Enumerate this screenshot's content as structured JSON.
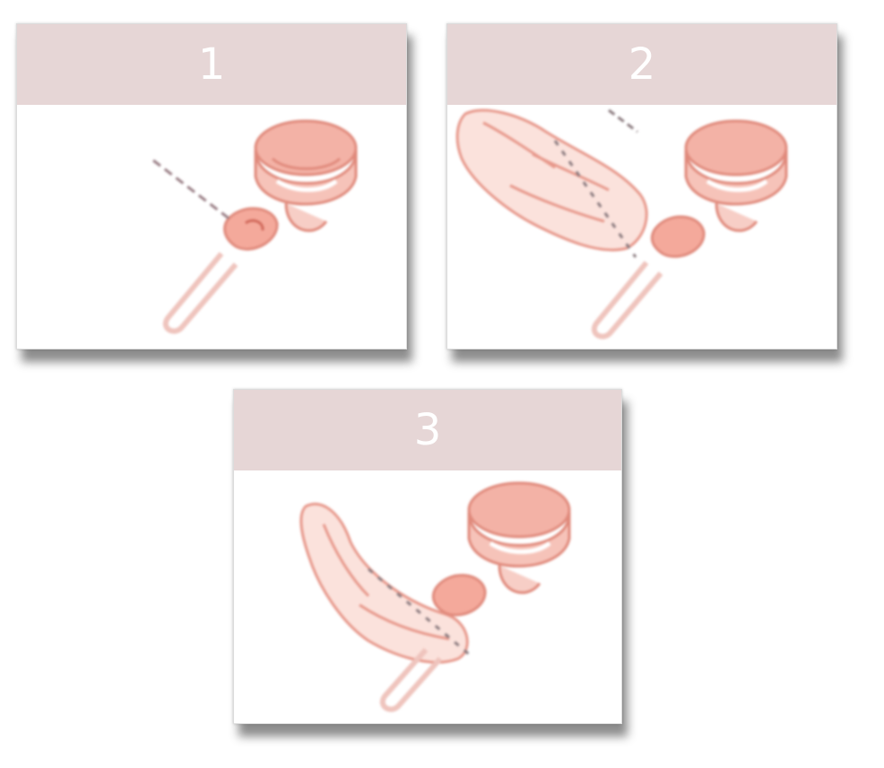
{
  "steps": [
    {
      "number": "1",
      "illustration": "uterus-cervix-speculum-icon"
    },
    {
      "number": "2",
      "illustration": "hand-inserting-device-icon"
    },
    {
      "number": "3",
      "illustration": "hand-positioning-device-icon"
    }
  ],
  "colors": {
    "header_band": "#e6d6d6",
    "header_text": "#ffffff",
    "illustration_stroke": "#e08a7c",
    "illustration_fill": "#f4b8ae"
  }
}
